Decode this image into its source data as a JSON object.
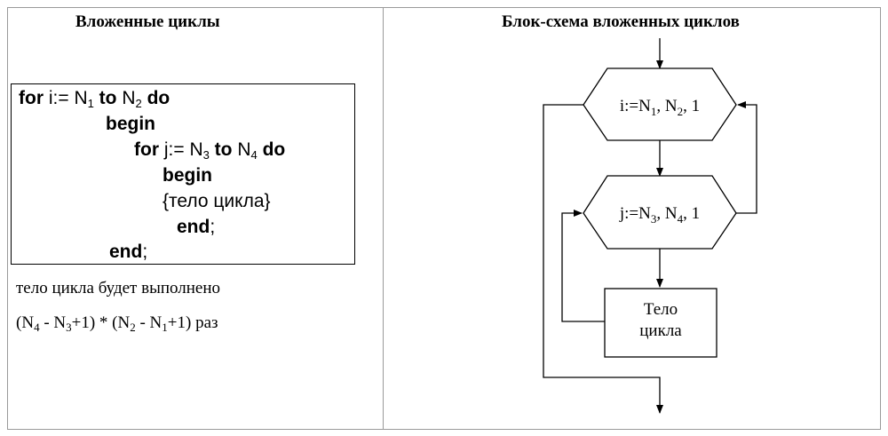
{
  "left_panel": {
    "title": "Вложенные циклы",
    "code": {
      "l1": {
        "kw1": "for",
        "var": " i:= ",
        "n1": "N",
        "n1_sub": "1",
        "kw2": " to ",
        "n2": "N",
        "n2_sub": "2",
        "kw3": " do"
      },
      "l2": {
        "kw": "begin"
      },
      "l3": {
        "kw1": "for",
        "var": " j:= ",
        "n3": "N",
        "n3_sub": "3",
        "kw2": " to ",
        "n4": "N",
        "n4_sub": "4",
        "kw3": " do"
      },
      "l4": {
        "kw": "begin"
      },
      "l5": {
        "text": "{тело цикла}"
      },
      "l6": {
        "kw": "end",
        "punct": ";"
      },
      "l7": {
        "kw": "end",
        "punct": ";"
      }
    },
    "note_line1": "тело цикла будет выполнено",
    "formula": {
      "p1": "(N",
      "s1": "4",
      "p2": " - N",
      "s2": "3",
      "p3": "+1) * (N",
      "s3": "2",
      "p4": " - N",
      "s4": "1",
      "p5": "+1) раз"
    }
  },
  "right_panel": {
    "title": "Блок-схема вложенных циклов",
    "outer_loop": {
      "t1": "i:=N",
      "s1": "1",
      "t2": ", N",
      "s2": "2",
      "t3": ", 1"
    },
    "inner_loop": {
      "t1": "j:=N",
      "s1": "3",
      "t2": ", N",
      "s2": "4",
      "t3": ", 1"
    },
    "body_block": {
      "line1": "Тело",
      "line2": "цикла"
    }
  }
}
